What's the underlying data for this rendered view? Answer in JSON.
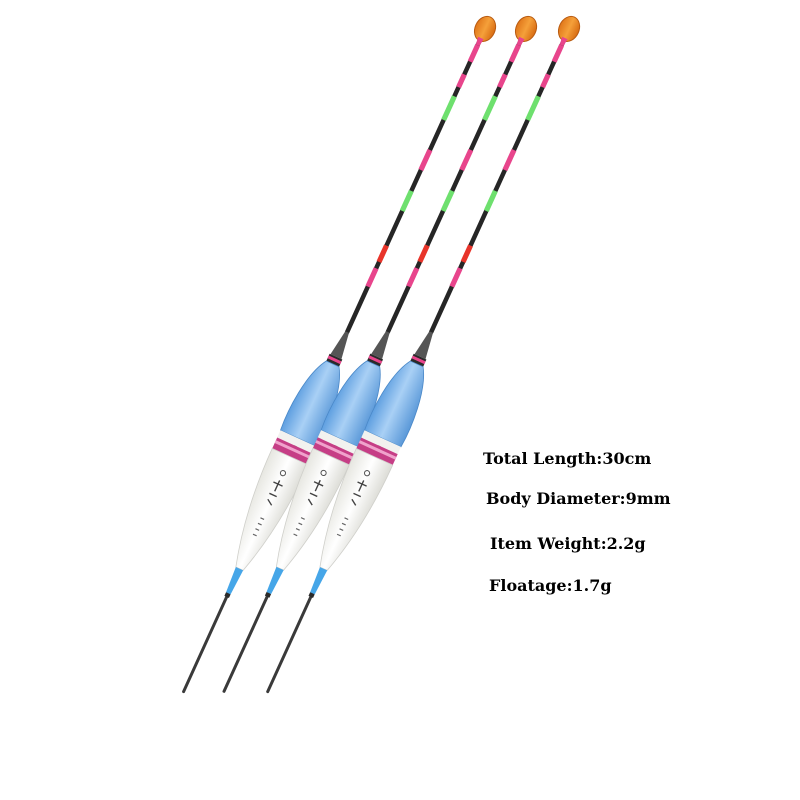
{
  "specs": {
    "total_length": "Total Length:30cm",
    "body_diameter": "Body Diameter:9mm",
    "item_weight": "Item Weight:2.2g",
    "floatage": "Floatage:1.7g"
  },
  "product": {
    "float_count": 3
  },
  "colors": {
    "background": "#ffffff",
    "tip_orange": "#f28a1e",
    "antenna_pink": "#e8458c",
    "antenna_green": "#6ee06e",
    "antenna_red": "#e8342a",
    "stem_dark": "#2a2a2a",
    "body_blue": "#7ab3ea",
    "body_white": "#fbfbf7",
    "band_magenta": "#c0307e",
    "keel_blue": "#46a6e8"
  }
}
